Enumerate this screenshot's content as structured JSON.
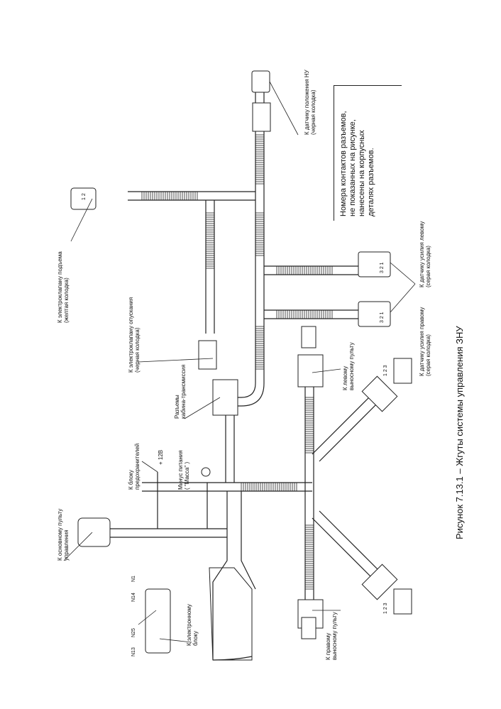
{
  "figure": {
    "caption": "Рисунок 7.13.1 – Жгуты системы управления ЗНУ"
  },
  "note": {
    "lines": [
      "Номера контактов разъемов,",
      "не показанных на рисунке,",
      "нанесены на корпусных",
      "деталях разъемов."
    ]
  },
  "labels": {
    "pos_sensor": [
      "К датчику положения НУ",
      "(черная колодка)"
    ],
    "valve_up": [
      "К электроклапану подъема",
      "(желтая колодка)"
    ],
    "valve_down": [
      "К электроклапану  опускания",
      "(черная колодка)"
    ],
    "force_left": [
      "К датчику усилия левому",
      "(серая колодка)"
    ],
    "force_right": [
      "К датчику усилия правому",
      "(серая колодка)"
    ],
    "cab_connectors": [
      "Разъемы",
      "кабина-трансмиссия"
    ],
    "left_remote": [
      "К левому",
      "выносному пульту"
    ],
    "right_remote": [
      "К правому",
      "выносному пульту"
    ],
    "fuse_block": [
      "К блоку",
      "предохранителей"
    ],
    "plus12": "+ 12В",
    "ground": [
      "Минус  питания",
      "( \"Масса\" )"
    ],
    "main_console": [
      "К основному пульту",
      "управления"
    ],
    "ecu": [
      "К электронному",
      "блоку"
    ]
  },
  "pins": {
    "n14": "N14",
    "n1": "N1",
    "n13": "N13",
    "n25": "N25",
    "p123": "1 2 3",
    "p321": "3 2 1",
    "p12": "1 2"
  }
}
